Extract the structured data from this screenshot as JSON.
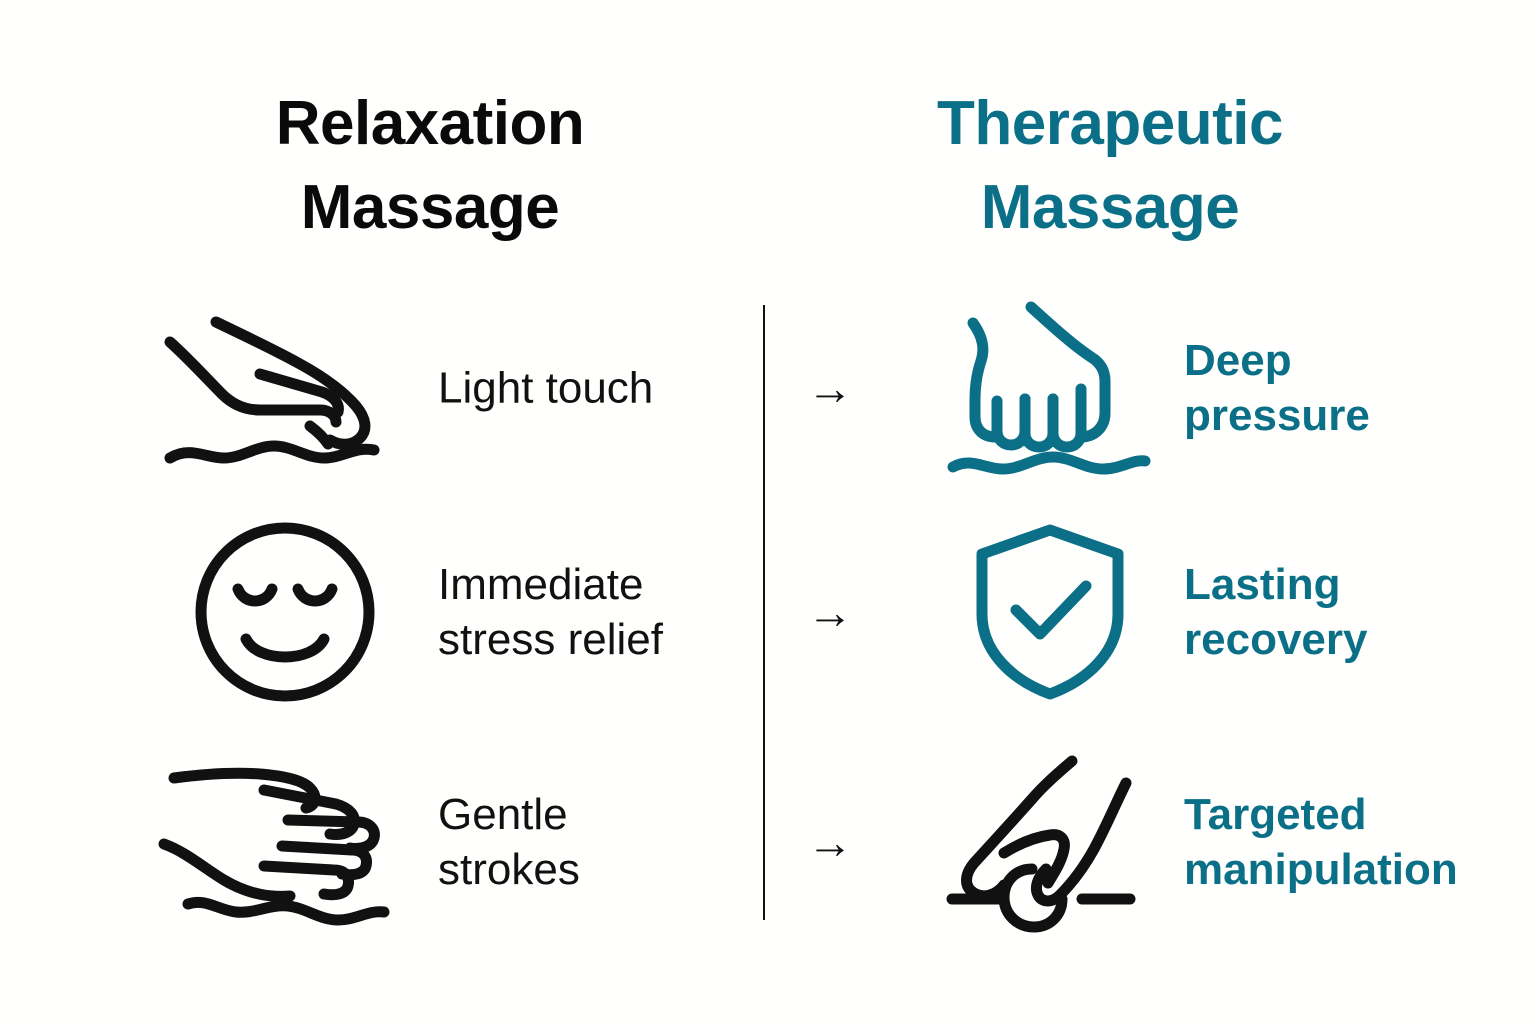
{
  "colors": {
    "background": "#fffffd",
    "black": "#111111",
    "teal": "#0b7087"
  },
  "columns": {
    "left": {
      "title_line1": "Relaxation",
      "title_line2": "Massage"
    },
    "right": {
      "title_line1": "Therapeutic",
      "title_line2": "Massage"
    }
  },
  "arrow_symbol": "→",
  "rows": [
    {
      "left": {
        "icon": "hand-light-touch-icon",
        "icon_color": "#111111",
        "label_line1": "Light touch",
        "label_line2": ""
      },
      "arrow": "→",
      "right": {
        "icon": "fist-deep-pressure-icon",
        "icon_color": "#0b7087",
        "label_line1": "Deep",
        "label_line2": "pressure"
      }
    },
    {
      "left": {
        "icon": "relaxed-face-icon",
        "icon_color": "#111111",
        "label_line1": "Immediate",
        "label_line2": "stress relief"
      },
      "arrow": "→",
      "right": {
        "icon": "shield-check-icon",
        "icon_color": "#0b7087",
        "label_line1": "Lasting",
        "label_line2": "recovery"
      }
    },
    {
      "left": {
        "icon": "hand-gentle-strokes-icon",
        "icon_color": "#111111",
        "label_line1": "Gentle",
        "label_line2": "strokes"
      },
      "arrow": "→",
      "right": {
        "icon": "hand-targeted-manipulation-icon",
        "icon_color": "#111111",
        "label_line1": "Targeted",
        "label_line2": "manipulation"
      }
    }
  ]
}
